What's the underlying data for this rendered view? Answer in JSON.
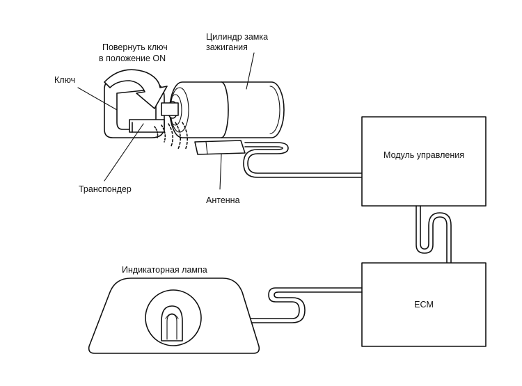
{
  "labels": {
    "turn_key_line1": "Повернуть ключ",
    "turn_key_line2": "в положение ON",
    "ignition_cylinder_line1": "Цилиндр замка",
    "ignition_cylinder_line2": "зажигания",
    "key": "Ключ",
    "transponder": "Транспондер",
    "antenna": "Антенна",
    "control_module": "Модуль управления",
    "ecm": "ECM",
    "indicator_lamp": "Индикаторная лампа"
  }
}
